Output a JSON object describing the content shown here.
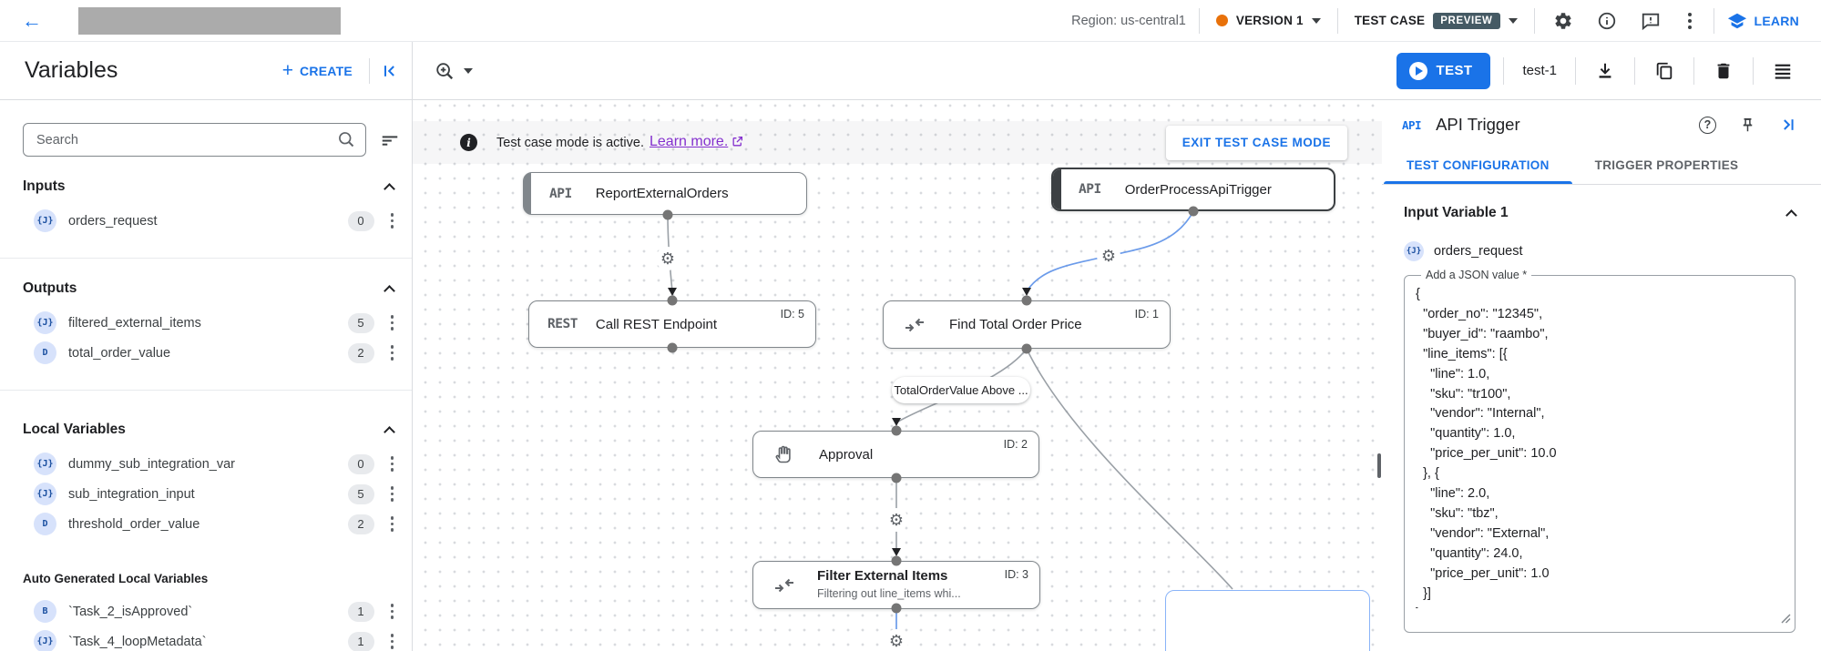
{
  "topbar": {
    "region": "Region: us-central1",
    "version": "VERSION 1",
    "test_case": "TEST CASE",
    "preview": "PREVIEW",
    "learn": "LEARN"
  },
  "toolbar": {
    "title": "Variables",
    "create": "CREATE",
    "test": "TEST",
    "test_name": "test-1"
  },
  "sidebar": {
    "search_placeholder": "Search",
    "sections": [
      {
        "title": "Inputs",
        "items": [
          {
            "type": "{J}",
            "name": "orders_request",
            "count": "0"
          }
        ]
      },
      {
        "title": "Outputs",
        "items": [
          {
            "type": "{J}",
            "name": "filtered_external_items",
            "count": "5"
          },
          {
            "type": "D",
            "name": "total_order_value",
            "count": "2"
          }
        ]
      },
      {
        "title": "Local Variables",
        "items": [
          {
            "type": "{J}",
            "name": "dummy_sub_integration_var",
            "count": "0"
          },
          {
            "type": "{J}",
            "name": "sub_integration_input",
            "count": "5"
          },
          {
            "type": "D",
            "name": "threshold_order_value",
            "count": "2"
          }
        ]
      },
      {
        "title": "Auto Generated Local Variables",
        "items": [
          {
            "type": "B",
            "name": "`Task_2_isApproved`",
            "count": "1"
          },
          {
            "type": "{J}",
            "name": "`Task_4_loopMetadata`",
            "count": "1"
          }
        ]
      }
    ]
  },
  "canvas": {
    "banner": {
      "text": "Test case mode is active.",
      "link": "Learn more.",
      "exit": "EXIT TEST CASE MODE"
    },
    "nodes": [
      {
        "badge": "API",
        "title": "ReportExternalOrders"
      },
      {
        "badge": "API",
        "title": "OrderProcessApiTrigger"
      },
      {
        "badge": "REST",
        "title": "Call REST Endpoint",
        "id": "ID: 5"
      },
      {
        "title": "Find Total Order Price",
        "id": "ID: 1"
      },
      {
        "title": "Approval",
        "id": "ID: 2"
      },
      {
        "title": "Filter External Items",
        "id": "ID: 3",
        "subtitle": "Filtering out line_items whi..."
      }
    ],
    "edge_label": "TotalOrderValue Above ..."
  },
  "panel": {
    "badge": "API",
    "title": "API Trigger",
    "tabs": [
      "TEST CONFIGURATION",
      "TRIGGER PROPERTIES"
    ],
    "section": "Input Variable 1",
    "variable": {
      "type": "{J}",
      "name": "orders_request"
    },
    "field_label": "Add a JSON value *",
    "json_value": "{\n  \"order_no\": \"12345\",\n  \"buyer_id\": \"raambo\",\n  \"line_items\": [{\n    \"line\": 1.0,\n    \"sku\": \"tr100\",\n    \"vendor\": \"Internal\",\n    \"quantity\": 1.0,\n    \"price_per_unit\": 10.0\n  }, {\n    \"line\": 2.0,\n    \"sku\": \"tbz\",\n    \"vendor\": \"External\",\n    \"quantity\": 24.0,\n    \"price_per_unit\": 1.0\n  }]\n}"
  },
  "colors": {
    "accent_blue": "#1a73e8",
    "version_dot_orange": "#e8710a",
    "preview_badge": "#455a64",
    "link_purple": "#8430ce"
  }
}
